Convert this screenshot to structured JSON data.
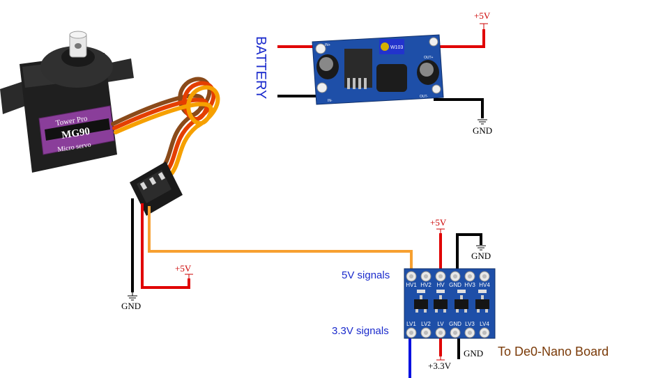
{
  "servo": {
    "brand": "Tower Pro",
    "model": "MG90",
    "subtitle": "Micro servo"
  },
  "regulator": {
    "battery_label": "BATTERY",
    "in_plus": "IN+",
    "in_minus": "IN-",
    "out_plus": "OUT+",
    "out_minus": "OUT-",
    "pot_code": "W103"
  },
  "level_shifter": {
    "hv_pins": [
      "HV1",
      "HV2",
      "HV",
      "GND",
      "HV3",
      "HV4"
    ],
    "lv_pins": [
      "LV1",
      "LV2",
      "LV",
      "GND",
      "LV3",
      "LV4"
    ],
    "label_5v": "5V signals",
    "label_33v": "3.3V signals"
  },
  "power_labels": {
    "reg_5v": "+5V",
    "reg_gnd": "GND",
    "servo_5v": "+5V",
    "servo_gnd": "GND",
    "shifter_5v": "+5V",
    "shifter_gnd": "GND",
    "shifter_33v": "+3.3V",
    "shifter_lv_gnd": "GND"
  },
  "destination_label": "To De0-Nano Board",
  "colors": {
    "wire_red": "#e00000",
    "wire_black": "#000000",
    "wire_orange": "#f7a030",
    "wire_blue": "#0010e0",
    "power_label_red": "#cc0000",
    "signal_label_blue": "#1a2acc",
    "destination_brown": "#7a3a08",
    "board_blue": "#1e4fa8",
    "servo_purple": "#8a3e9a"
  }
}
